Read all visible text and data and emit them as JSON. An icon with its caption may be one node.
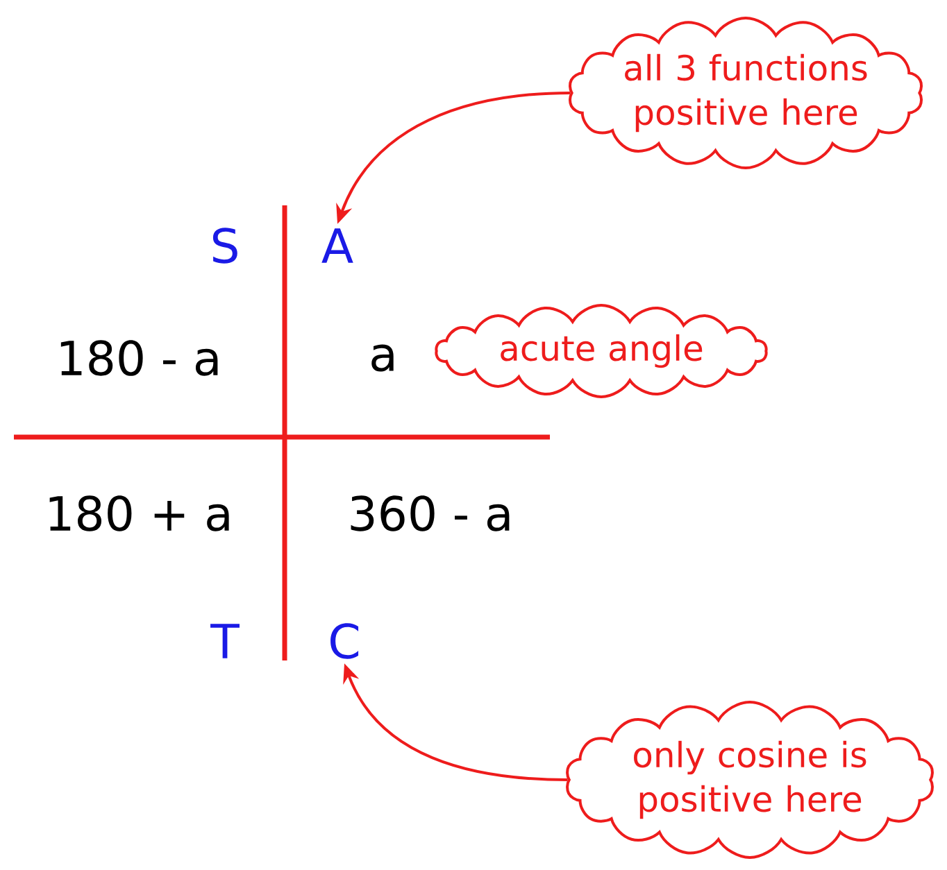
{
  "diagram": {
    "nodes": [
      {
        "text": [
          "all 3 functions positive here"
        ]
      },
      {
        "text": [
          "A"
        ]
      },
      {
        "text": [
          "acute angle"
        ]
      },
      {
        "text": [
          "C"
        ]
      },
      {
        "text": [
          "only cosine is positive here"
        ]
      }
    ],
    "edges": [
      {
        "from": 0,
        "to": 1,
        "arrow": "to"
      },
      {
        "from": 4,
        "to": 3,
        "arrow": "to"
      }
    ],
    "labels": [
      "S",
      "180 - a",
      "a",
      "180 + a",
      "360 - a",
      "T"
    ]
  }
}
